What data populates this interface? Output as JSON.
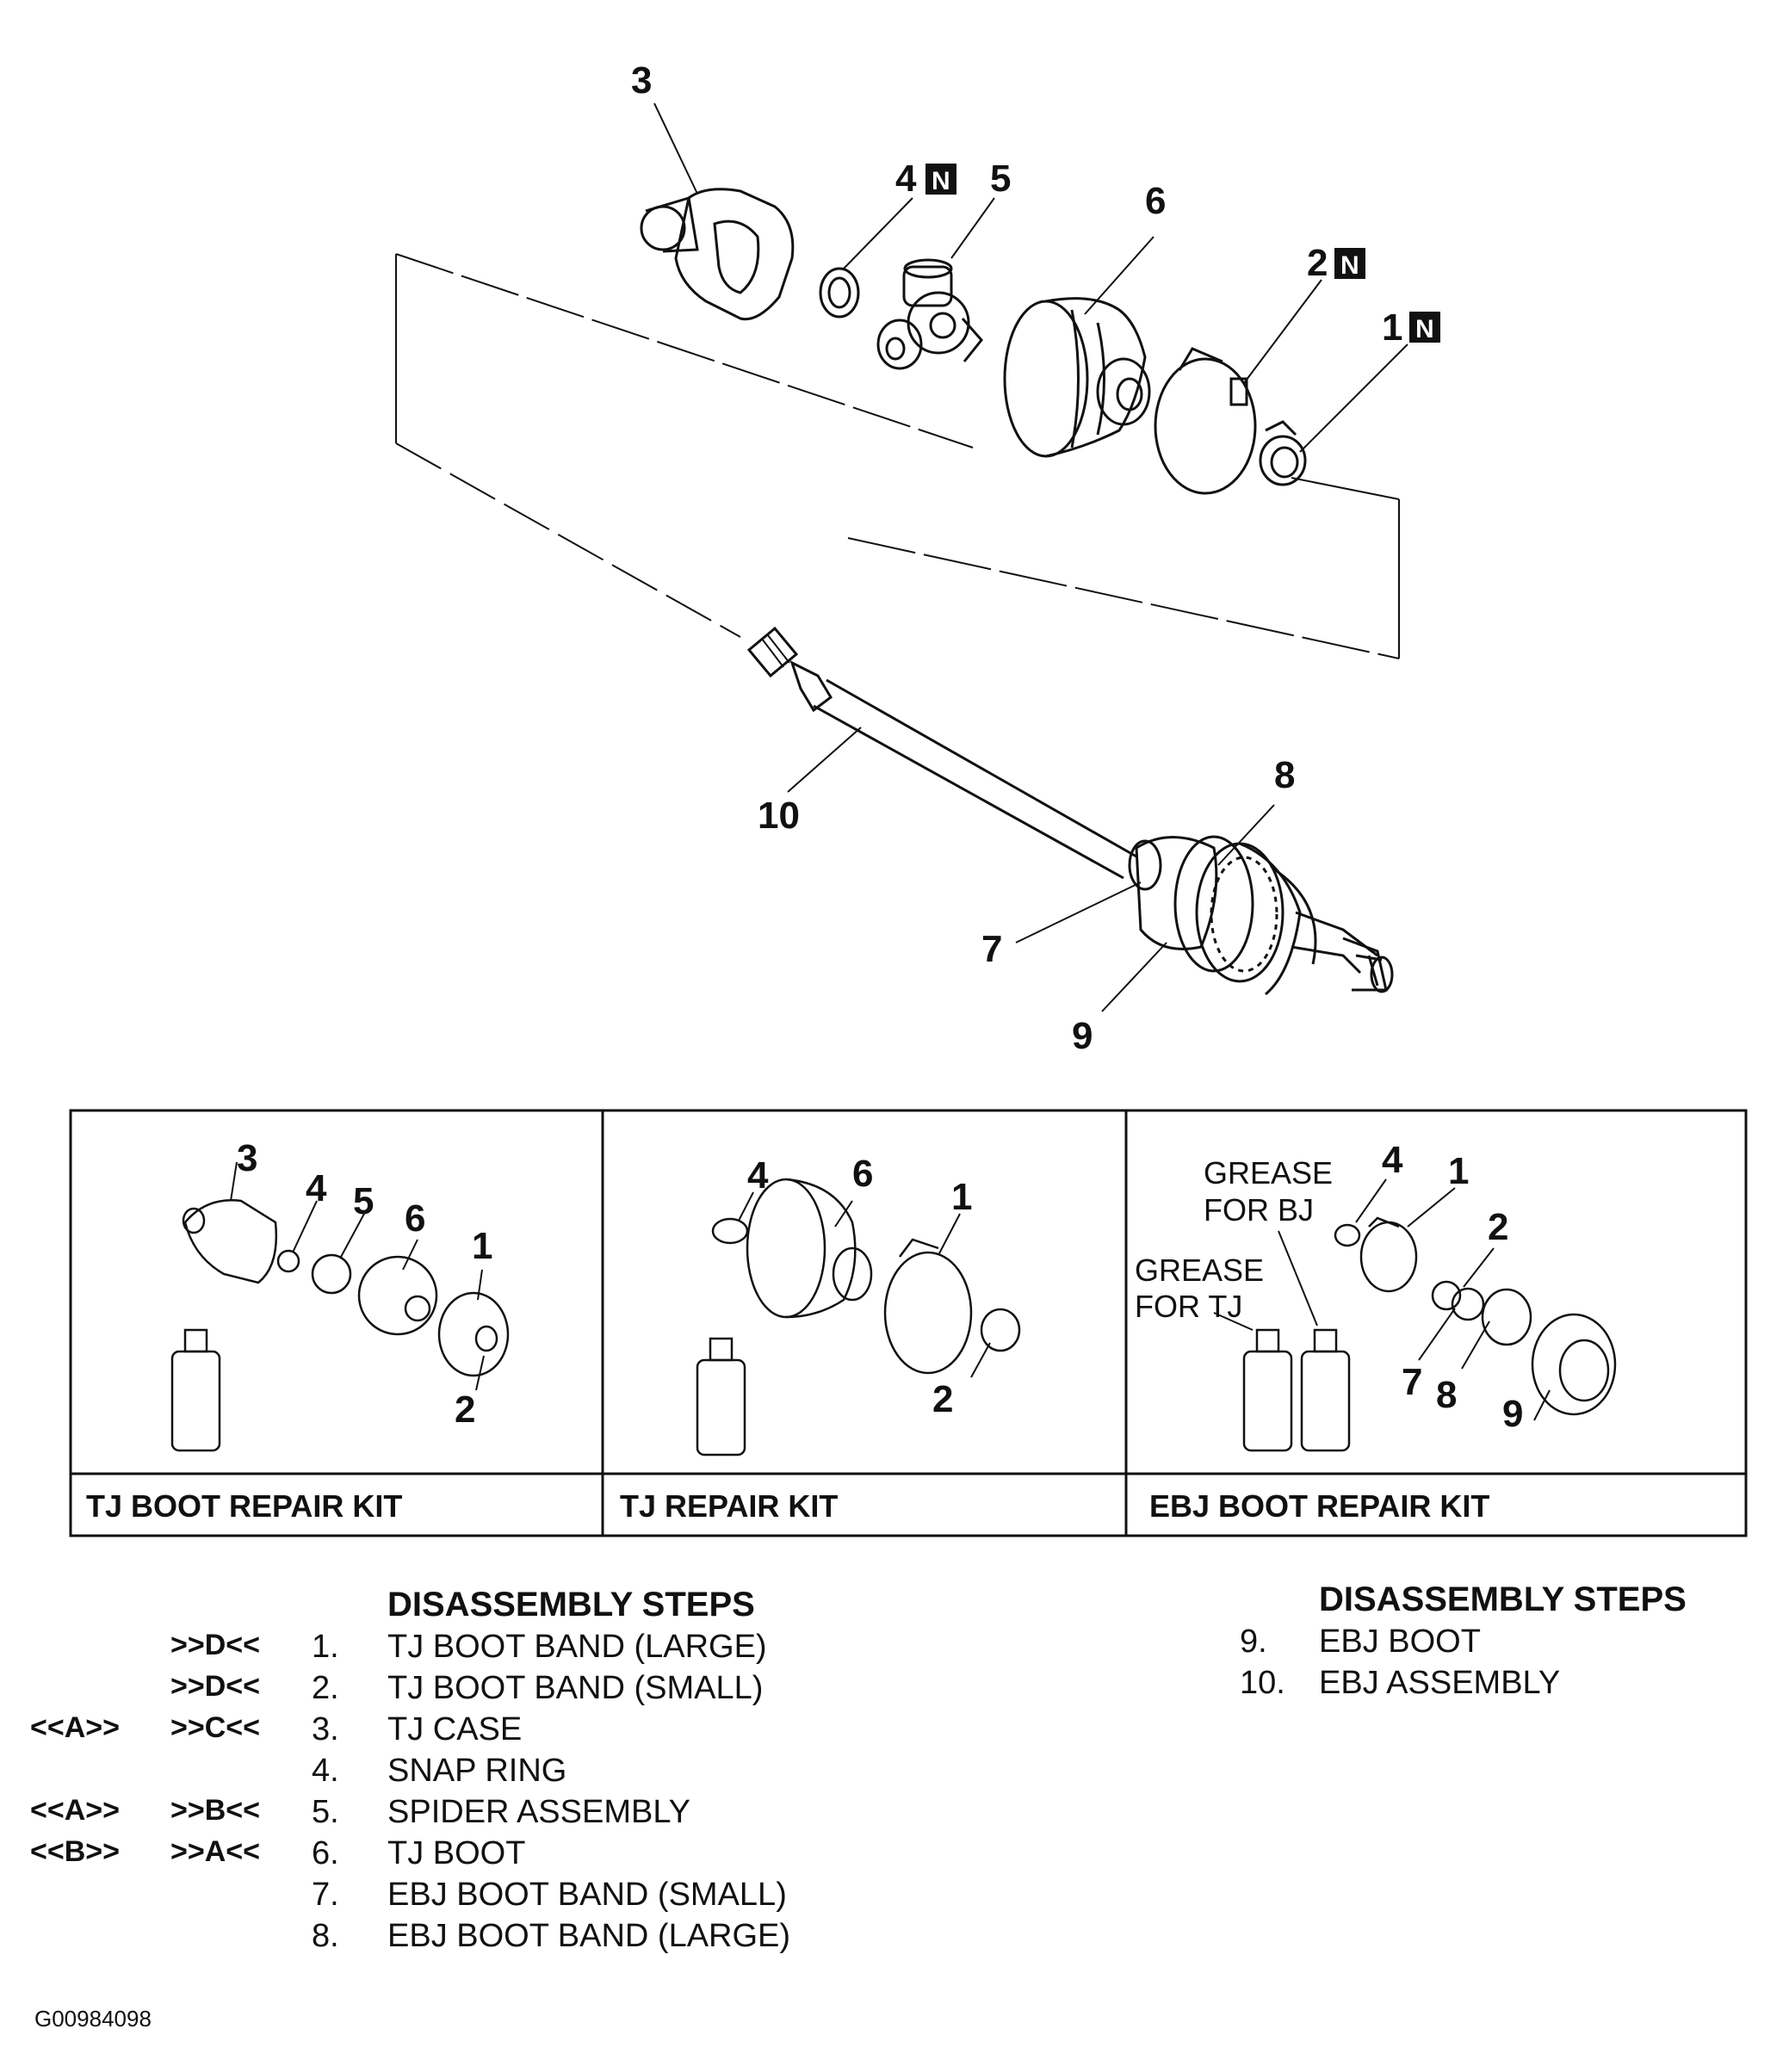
{
  "callouts": {
    "c1": "1",
    "c2": "2",
    "c3": "3",
    "c4": "4",
    "c5": "5",
    "c6": "6",
    "c7": "7",
    "c8": "8",
    "c9": "9",
    "c10": "10",
    "n_mark": "N"
  },
  "kits": [
    {
      "label": "TJ BOOT REPAIR KIT",
      "callouts": [
        "3",
        "4",
        "5",
        "6",
        "1",
        "2"
      ]
    },
    {
      "label": "TJ REPAIR KIT",
      "callouts": [
        "4",
        "6",
        "1",
        "2"
      ]
    },
    {
      "label": "EBJ BOOT REPAIR KIT",
      "callouts": [
        "4",
        "1",
        "2",
        "7",
        "8",
        "9"
      ],
      "notes": [
        "GREASE",
        "FOR BJ",
        "GREASE",
        "FOR TJ"
      ]
    }
  ],
  "steps_left": {
    "title": "DISASSEMBLY STEPS",
    "rows": [
      {
        "code_a": "",
        "code_b": ">>D<<",
        "num": "1.",
        "text": "TJ BOOT BAND (LARGE)"
      },
      {
        "code_a": "",
        "code_b": ">>D<<",
        "num": "2.",
        "text": "TJ BOOT BAND (SMALL)"
      },
      {
        "code_a": "<<A>>",
        "code_b": ">>C<<",
        "num": "3.",
        "text": "TJ CASE"
      },
      {
        "code_a": "",
        "code_b": "",
        "num": "4.",
        "text": "SNAP RING"
      },
      {
        "code_a": "<<A>>",
        "code_b": ">>B<<",
        "num": "5.",
        "text": "SPIDER ASSEMBLY"
      },
      {
        "code_a": "<<B>>",
        "code_b": ">>A<<",
        "num": "6.",
        "text": "TJ BOOT"
      },
      {
        "code_a": "",
        "code_b": "",
        "num": "7.",
        "text": "EBJ BOOT BAND (SMALL)"
      },
      {
        "code_a": "",
        "code_b": "",
        "num": "8.",
        "text": "EBJ BOOT BAND (LARGE)"
      }
    ]
  },
  "steps_right": {
    "title": "DISASSEMBLY STEPS",
    "rows": [
      {
        "num": "9.",
        "text": "EBJ BOOT"
      },
      {
        "num": "10.",
        "text": "EBJ ASSEMBLY"
      }
    ]
  },
  "figure_id": "G00984098"
}
